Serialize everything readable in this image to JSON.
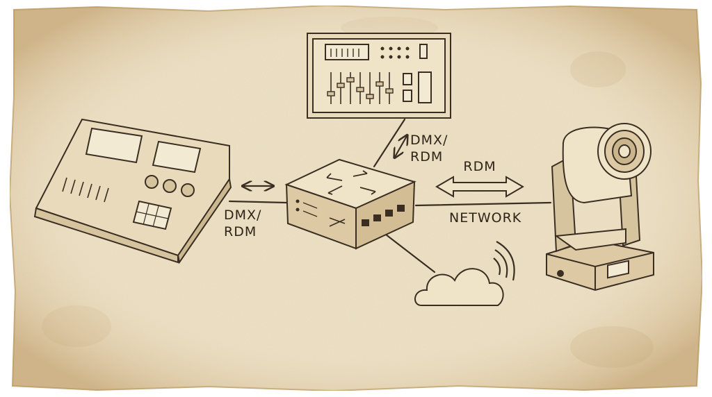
{
  "diagram": {
    "labels": {
      "console_link_line1": "DMX/",
      "console_link_line2": "RDM",
      "rack_link_line1": "DMX/",
      "rack_link_line2": "RDM",
      "light_link_top": "RDM",
      "light_link_bottom": "NETWORK"
    },
    "nodes": [
      {
        "id": "lighting-console",
        "icon": "lighting-console-icon"
      },
      {
        "id": "dmx-rack-unit",
        "icon": "rack-unit-icon"
      },
      {
        "id": "network-switch",
        "icon": "network-switch-icon"
      },
      {
        "id": "cloud",
        "icon": "cloud-icon"
      },
      {
        "id": "moving-head-light",
        "icon": "moving-head-light-icon"
      }
    ],
    "colors": {
      "paper": "#efe3c8",
      "paper_edge": "#c9ad7e",
      "ink": "#3a2e22",
      "stain": "#b8925a"
    }
  }
}
